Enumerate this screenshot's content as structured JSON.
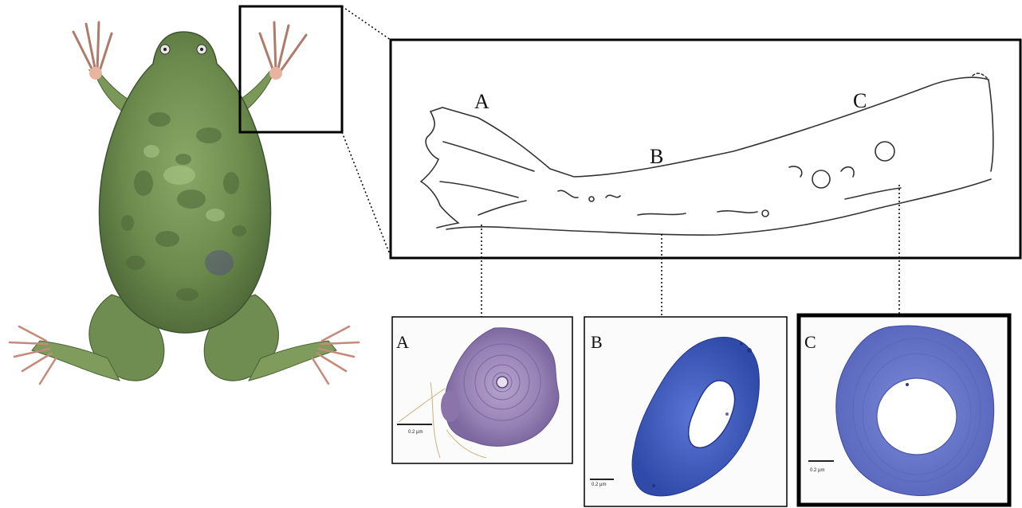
{
  "figure": {
    "bone_drawing": {
      "labels": [
        "A",
        "B",
        "C"
      ]
    },
    "sections": [
      {
        "label": "A",
        "scale_text": "0.2 µm",
        "stain": "pink-purple"
      },
      {
        "label": "B",
        "scale_text": "0.2 µm",
        "stain": "blue"
      },
      {
        "label": "C",
        "scale_text": "0.2 µm",
        "stain": "blue"
      }
    ]
  },
  "colors": {
    "frog_dark": "#4f6a3a",
    "frog_mid": "#6f8d50",
    "frog_light": "#9cbb7a",
    "skin_pink": "#e8b4a0",
    "section_a": "#9a84b8",
    "section_b": "#3c5bc0",
    "section_c": "#6475c8",
    "outline": "#000000"
  }
}
